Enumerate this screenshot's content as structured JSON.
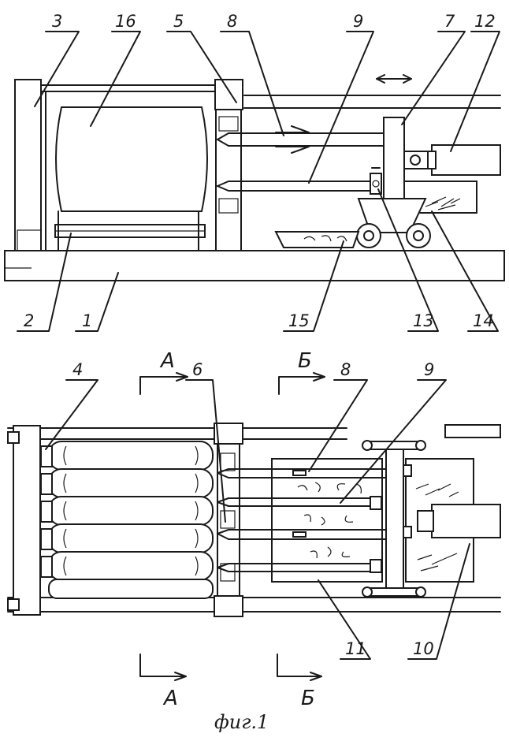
{
  "figure": {
    "caption": "фиг.1",
    "view_top": {
      "labels": [
        "3",
        "16",
        "5",
        "8",
        "9",
        "7",
        "12",
        "2",
        "1",
        "15",
        "13",
        "14"
      ]
    },
    "view_plan": {
      "labels": [
        "4",
        "6",
        "8",
        "9",
        "11",
        "10"
      ],
      "section_marks": [
        "А",
        "Б",
        "А",
        "Б"
      ]
    }
  }
}
